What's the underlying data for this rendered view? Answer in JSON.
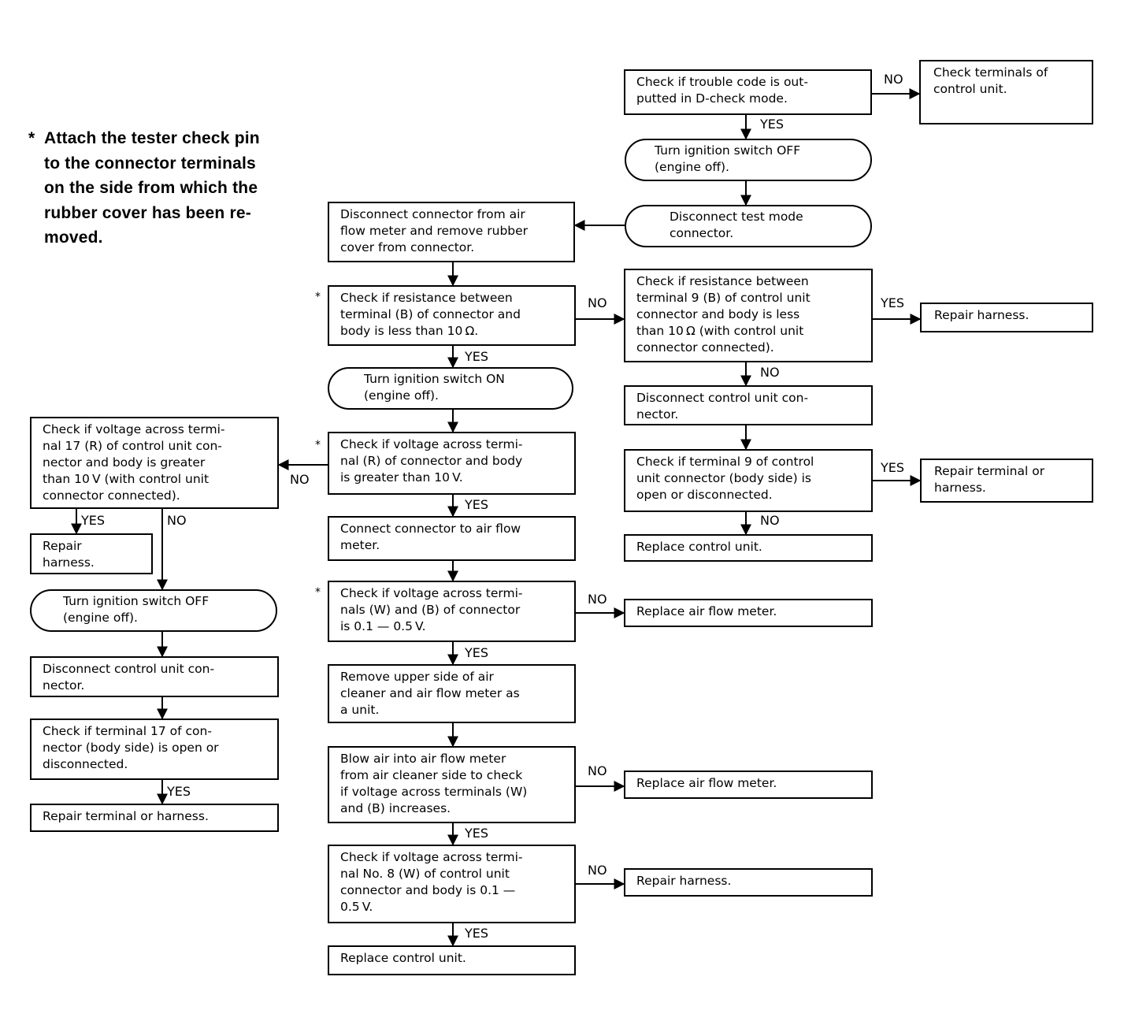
{
  "note": {
    "asterisk": "*",
    "text": "Attach the tester check pin\nto the connector terminals\non the side from which the\nrubber cover has been re-\nmoved."
  },
  "steps": {
    "trouble_code": "Check if trouble code is out-\nputted in D-check mode.",
    "check_terminals": "Check terminals of\ncontrol unit.",
    "ign_off_1": "Turn ignition switch OFF\n(engine off).",
    "disconnect_test": "Disconnect test mode\nconnector.",
    "disconnect_afm": "Disconnect connector from air\nflow meter and remove rubber\ncover from connector.",
    "res_b": "Check if resistance between\nterminal (B) of connector and\nbody is less than 10 Ω.",
    "res_t9": "Check if resistance between\nterminal 9 (B) of control unit\nconnector and body is less\nthan 10 Ω (with control unit\nconnector connected).",
    "repair_harness_1": "Repair harness.",
    "disc_cu_1": "Disconnect control unit con-\nnector.",
    "t9_open": "Check if terminal 9 of control\nunit connector (body side) is\nopen or disconnected.",
    "repair_term_1": "Repair terminal or\nharness.",
    "replace_cu_1": "Replace control unit.",
    "ign_on": "Turn ignition switch ON\n(engine off).",
    "volt_r": "Check if voltage across termi-\nnal (R) of connector and body\nis greater than 10 V.",
    "volt_t17": "Check if voltage across termi-\nnal 17 (R) of control unit con-\nnector and body is greater\nthan 10 V (with control unit\nconnector connected).",
    "repair_harness_2": "Repair\nharness.",
    "ign_off_2": "Turn ignition switch OFF\n(engine off).",
    "disc_cu_2": "Disconnect control unit con-\nnector.",
    "t17_open": "Check if terminal 17 of con-\nnector (body side) is open or\ndisconnected.",
    "repair_term_2": "Repair terminal or harness.",
    "connect_afm": "Connect connector to air flow\nmeter.",
    "volt_wb": "Check if voltage across termi-\nnals (W) and (B) of connector\nis 0.1 — 0.5 V.",
    "replace_afm_1": "Replace air flow meter.",
    "remove_cleaner": "Remove upper side of air\ncleaner and air flow meter as\na unit.",
    "blow_air": "Blow air into air flow meter\nfrom air cleaner side to check\nif voltage across terminals (W)\nand (B) increases.",
    "replace_afm_2": "Replace air flow meter.",
    "volt_no8": "Check if voltage across termi-\nnal No. 8 (W) of control unit\nconnector and body is 0.1 —\n0.5 V.",
    "repair_harness_3": "Repair harness.",
    "replace_cu_2": "Replace control unit."
  },
  "labels": {
    "yes": "YES",
    "no": "NO",
    "asterisk": "*"
  }
}
